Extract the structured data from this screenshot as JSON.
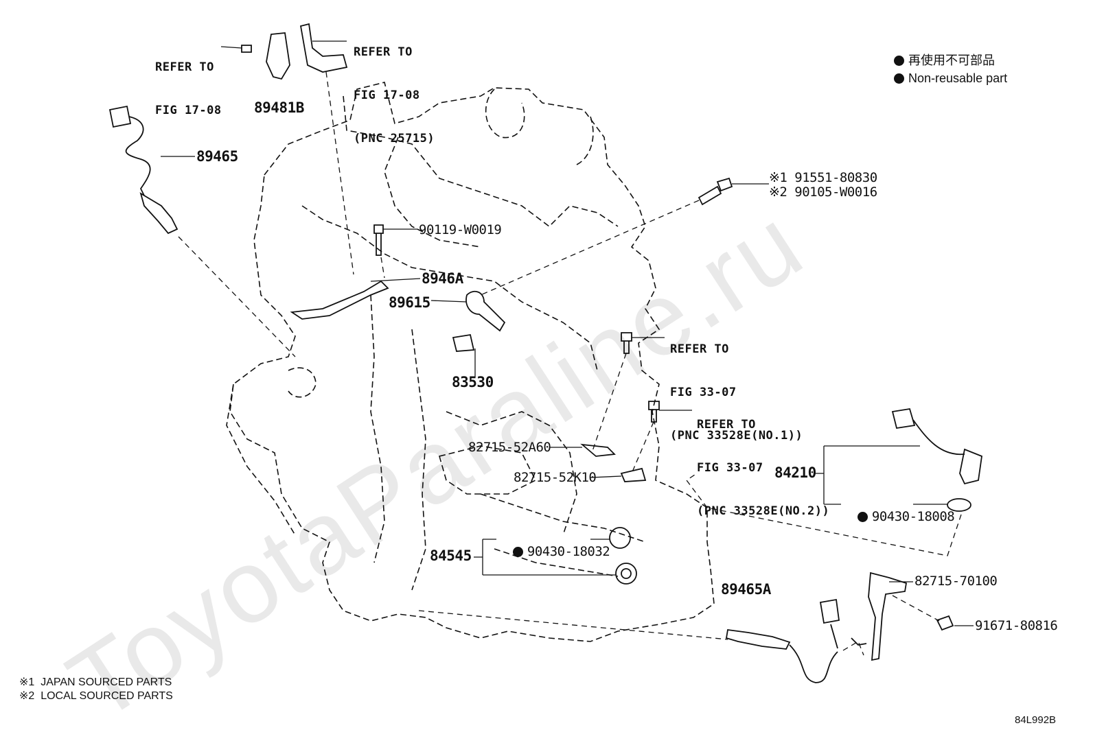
{
  "watermark": "ToyotaParaline.ru",
  "legend": {
    "non_reusable_jp": "再使用不可部品",
    "non_reusable_en": "Non-reusable part"
  },
  "footnotes": {
    "note1": "※1  JAPAN SOURCED PARTS",
    "note2": "※2  LOCAL SOURCED PARTS"
  },
  "diagram_code": "84L992B",
  "references": {
    "ref_a": {
      "line1": "REFER TO",
      "line2": "FIG 17-08"
    },
    "ref_b": {
      "line1": "REFER TO",
      "line2": "FIG 17-08",
      "line3": "(PNC 25715)"
    },
    "ref_c": {
      "line1": "REFER TO",
      "line2": "FIG 33-07",
      "line3": "(PNC 33528E(NO.1))"
    },
    "ref_d": {
      "line1": "REFER TO",
      "line2": "FIG 33-07",
      "line3": "(PNC 33528E(NO.2))"
    }
  },
  "parts": {
    "p89481B": "89481B",
    "p89465": "89465",
    "p91551": "※1 91551-80830",
    "p90105": "※2 90105-W0016",
    "p90119": "90119-W0019",
    "p8946A": "8946A",
    "p89615": "89615",
    "p83530": "83530",
    "p82715_52A60": "82715-52A60",
    "p82715_52K10": "82715-52K10",
    "p84210": "84210",
    "p90430_18008": "90430-18008",
    "p90430_18032": "90430-18032",
    "p84545": "84545",
    "p89465A": "89465A",
    "p82715_70100": "82715-70100",
    "p91671_80816": "91671-80816"
  }
}
